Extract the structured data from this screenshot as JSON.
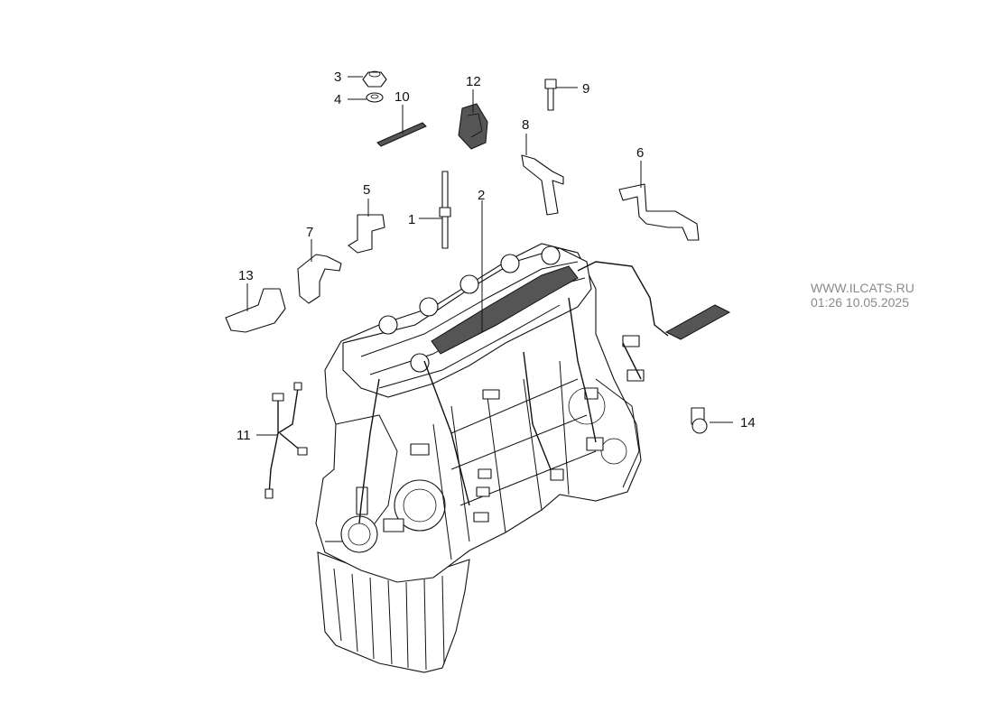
{
  "callouts": [
    {
      "id": "1",
      "label": "1"
    },
    {
      "id": "2",
      "label": "2"
    },
    {
      "id": "3",
      "label": "3"
    },
    {
      "id": "4",
      "label": "4"
    },
    {
      "id": "5",
      "label": "5"
    },
    {
      "id": "6",
      "label": "6"
    },
    {
      "id": "7",
      "label": "7"
    },
    {
      "id": "8",
      "label": "8"
    },
    {
      "id": "9",
      "label": "9"
    },
    {
      "id": "10",
      "label": "10"
    },
    {
      "id": "11",
      "label": "11"
    },
    {
      "id": "12",
      "label": "12"
    },
    {
      "id": "13",
      "label": "13"
    },
    {
      "id": "14",
      "label": "14"
    }
  ],
  "watermark": {
    "site": "WWW.ILCATS.RU",
    "timestamp": "01:26 10.05.2025"
  }
}
